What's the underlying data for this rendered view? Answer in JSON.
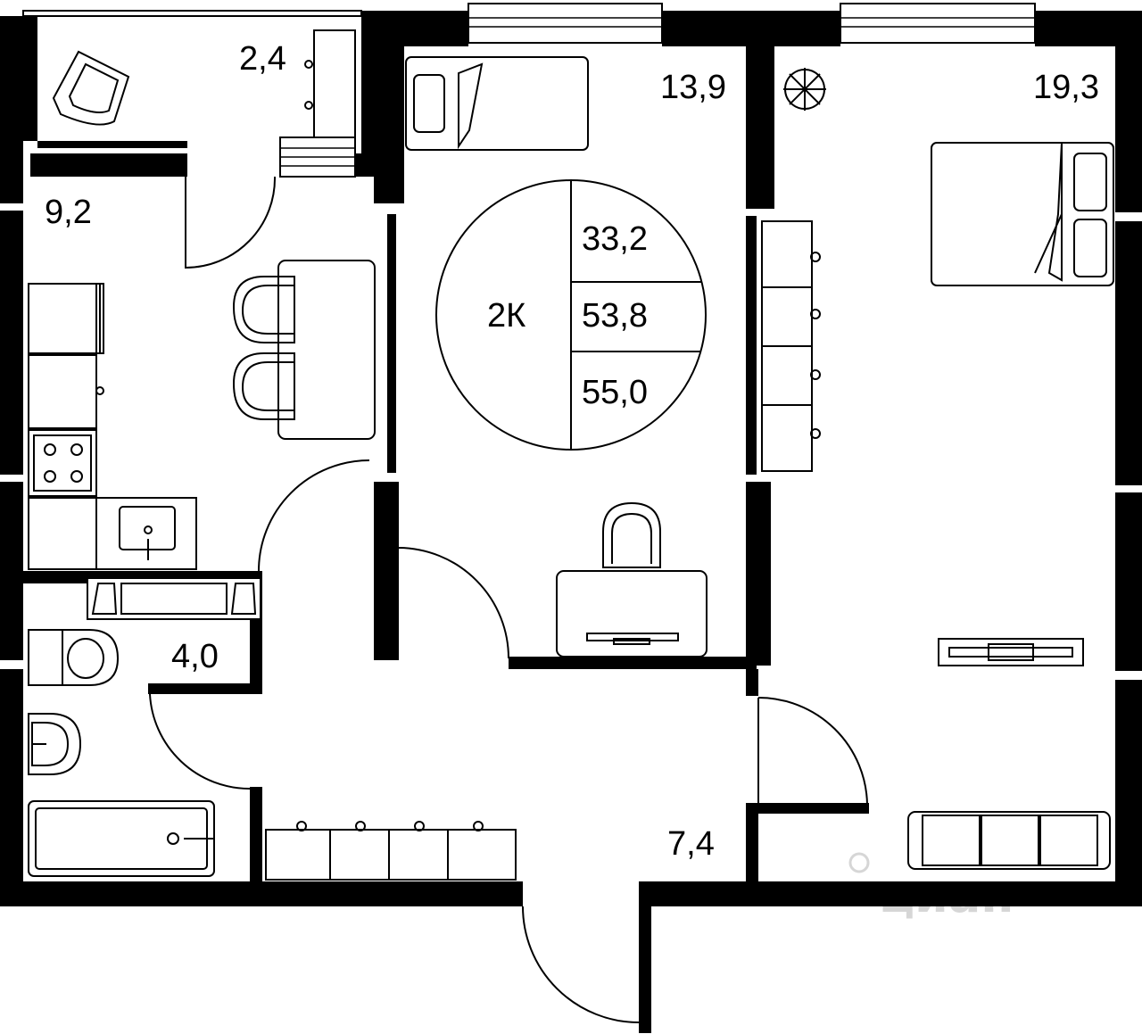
{
  "plan": {
    "type_label": "2К",
    "areas": {
      "living": "33,2",
      "total_no_balcony": "53,8",
      "total": "55,0"
    },
    "rooms": {
      "balcony": "2,4",
      "bedroom_small": "13,9",
      "bedroom_large": "19,3",
      "kitchen": "9,2",
      "bathroom": "4,0",
      "hallway": "7,4"
    }
  },
  "watermark": {
    "text": "циан",
    "color": "#d6d6d6"
  },
  "colors": {
    "wall": "#000000",
    "background": "#ffffff"
  }
}
